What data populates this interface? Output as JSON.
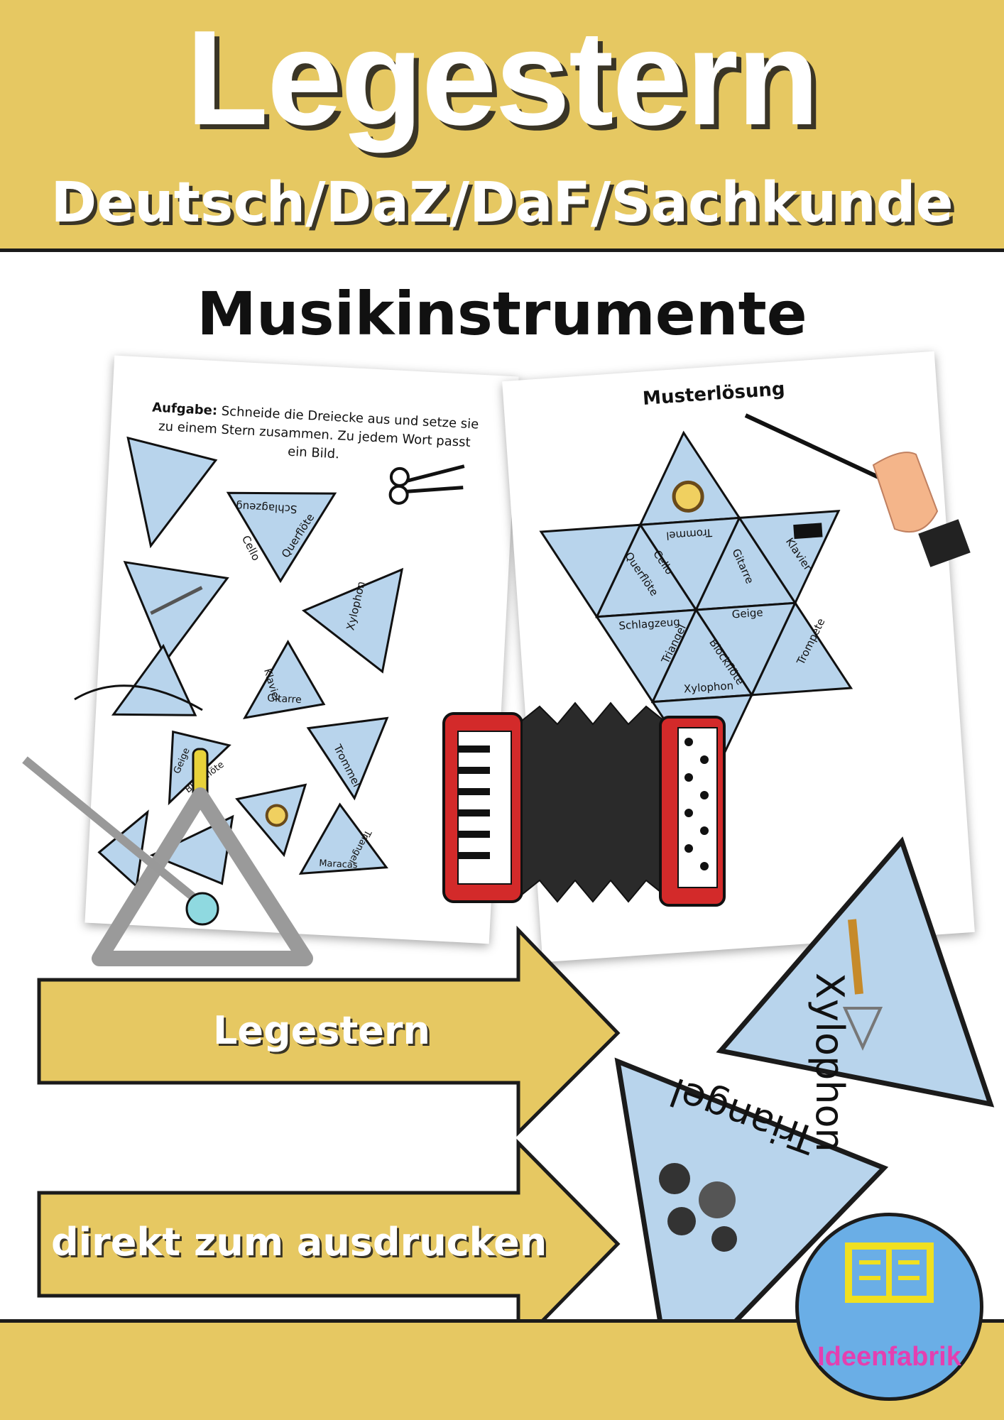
{
  "header": {
    "title": "Legestern",
    "subtitle": "Deutsch/DaZ/DaF/Sachkunde"
  },
  "topic": "Musikinstrumente",
  "worksheet": {
    "task_label": "Aufgabe:",
    "task_text": "Schneide die Dreiecke aus und setze sie zu einem Stern zusammen. Zu jedem Wort passt ein Bild.",
    "pieces": [
      {
        "w1": "Schlagzeug",
        "w2": "Cello",
        "w3": "Querflöte"
      },
      {
        "w1": "Xylophon"
      },
      {
        "w1": "Klavier",
        "w2": "Gitarre"
      },
      {
        "w1": "Trommel"
      },
      {
        "w1": "Geige",
        "w2": "Blockflöte"
      },
      {
        "w1": "Triangel",
        "w2": "Maracas"
      }
    ]
  },
  "solution": {
    "label": "Musterlösung",
    "words": [
      "Trommel",
      "Klavier",
      "Gitarre",
      "Cello",
      "Querflöte",
      "Schlagzeug",
      "Geige",
      "Blockflöte",
      "Trompete",
      "Triangel",
      "Xylophon"
    ]
  },
  "arrows": {
    "first": "Legestern",
    "second": "direkt zum ausdrucken"
  },
  "big_triangles": {
    "upper": "Xylophon",
    "lower": "Triangel"
  },
  "logo": {
    "text": "Ideenfabrik"
  },
  "colors": {
    "band": "#e6c862",
    "piece": "#b8d4ec",
    "logo_circle": "#6aaee6",
    "logo_text": "#e43fb0"
  }
}
